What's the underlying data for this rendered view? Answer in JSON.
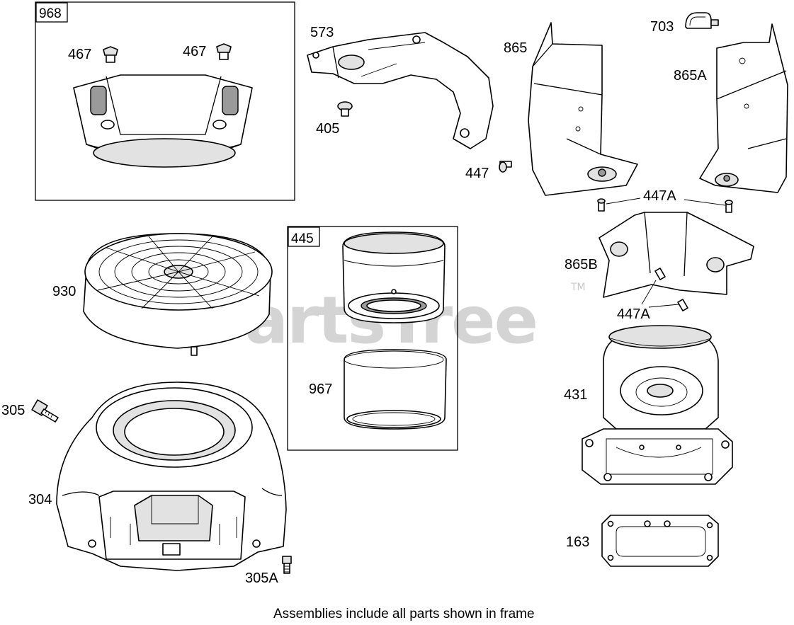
{
  "watermark": {
    "text": "PartsTree",
    "trademark": "TM"
  },
  "caption": "Assemblies include all parts shown in frame",
  "frames": [
    {
      "id": "968"
    },
    {
      "id": "445"
    }
  ],
  "labels": {
    "l968": "968",
    "l467a": "467",
    "l467b": "467",
    "l573": "573",
    "l405": "405",
    "l447": "447",
    "l865": "865",
    "l703": "703",
    "l865A": "865A",
    "l447A_top": "447A",
    "l865B": "865B",
    "l447A_bottom": "447A",
    "l930": "930",
    "l445": "445",
    "l967": "967",
    "l305": "305",
    "l304": "304",
    "l305A": "305A",
    "l431": "431",
    "l163": "163"
  },
  "colors": {
    "line": "#000000",
    "fill": "#ffffff",
    "shade": "#e2e2e2",
    "watermark": "#d4d4d4"
  }
}
